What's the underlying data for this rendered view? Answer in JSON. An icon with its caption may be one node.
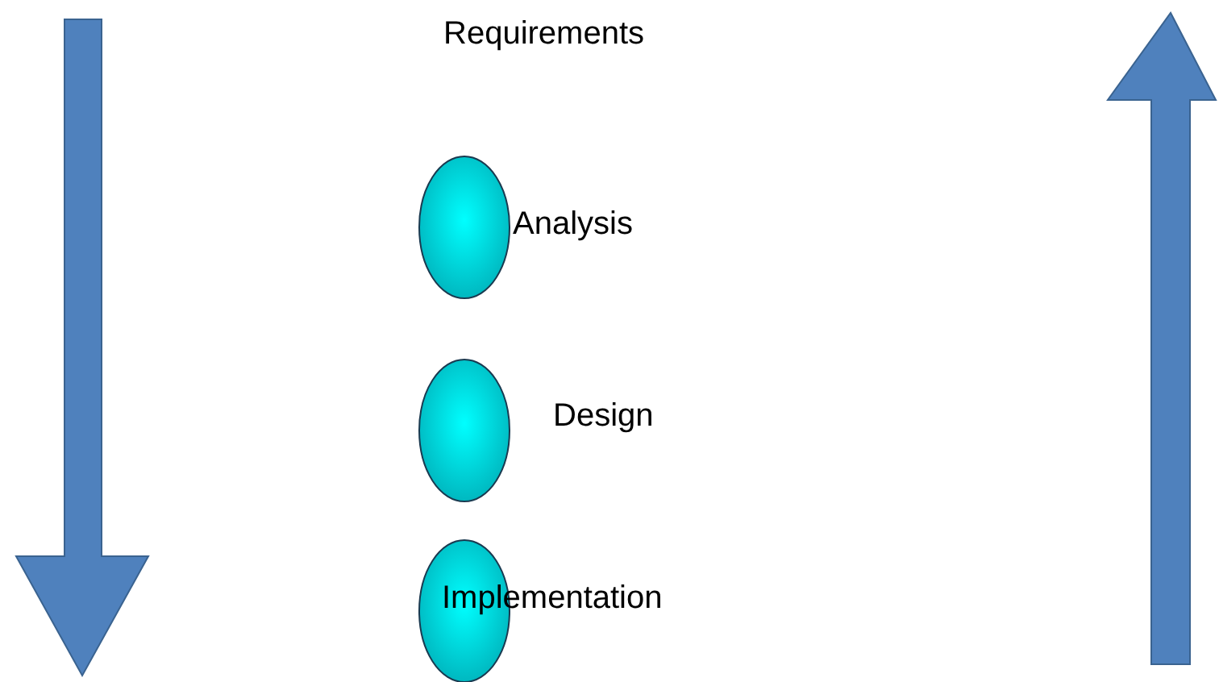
{
  "diagram": {
    "nodes": [
      {
        "text": [
          "Analysis"
        ]
      },
      {
        "text": [
          "Design"
        ]
      },
      {
        "text": [
          "Implementation"
        ]
      }
    ],
    "labels": [
      "Requirements"
    ]
  }
}
